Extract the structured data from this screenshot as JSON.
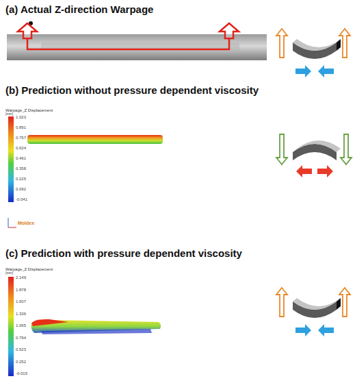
{
  "diagram": {
    "labels": [
      "(a) Actual Z-direction Warpage",
      "(b) Prediction without pressure dependent viscosity",
      "(c) Prediction with pressure dependent viscosity",
      "Warpage_Z Displacement",
      "[mm]",
      "1.023",
      "0.891",
      "0.757",
      "0.624",
      "0.491",
      "0.358",
      "0.225",
      "0.092",
      "-0.041",
      "Moldex",
      "Warpage_Z Displacement",
      "[mm]",
      "2.149",
      "1.878",
      "1.607",
      "1.336",
      "1.065",
      "0.794",
      "0.523",
      "0.252",
      "-0.019"
    ]
  }
}
